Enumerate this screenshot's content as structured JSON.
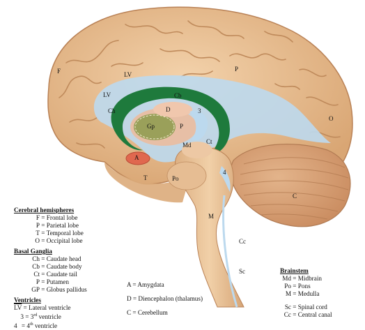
{
  "colors": {
    "cortex": "#e6b98a",
    "cortex_dark": "#c9925c",
    "ventricle": "#bcd9ee",
    "caudate": "#1e7a3c",
    "globus_pallidus": "#9aa05a",
    "putamen": "#e7bfa6",
    "amygdala": "#e0684f",
    "cerebellum": "#d49a6e",
    "brainstem": "#e9c29a"
  },
  "map_labels": {
    "F": "F",
    "LV_top": "LV",
    "P": "P",
    "LV_left": "LV",
    "Cb": "Cb",
    "Ch": "Ch",
    "D": "D",
    "third": "3",
    "O": "O",
    "Gp": "Gp",
    "P_put": "P",
    "Md": "Md",
    "Ct": "Ct",
    "A": "A",
    "fourth": "4",
    "T": "T",
    "Po": "Po",
    "C": "C",
    "M": "M",
    "Cc": "Cc",
    "Sc": "Sc"
  },
  "legend_left": {
    "cerebral_heading": "Cerebral hemispheres",
    "cerebral_items": [
      {
        "code": "F",
        "text": "= Frontal lobe"
      },
      {
        "code": "P",
        "text": "= Parietal lobe"
      },
      {
        "code": "T",
        "text": "= Temporal lobe"
      },
      {
        "code": "O",
        "text": "= Occipital lobe"
      }
    ],
    "basal_heading": "Basal Ganglia",
    "basal_items": [
      {
        "code": "Ch",
        "text": "= Caudate head"
      },
      {
        "code": "Cb",
        "text": "= Caudate body"
      },
      {
        "code": "Ct",
        "text": "= Caudate tail"
      },
      {
        "code": "P",
        "text": "= Putamen"
      },
      {
        "code": "GP",
        "text": "= Globus pallidus"
      }
    ],
    "ventricles_heading": "Ventricles",
    "ventricle_lv_code": "LV",
    "ventricle_lv_text": "= Lateral ventricle",
    "ventricle_3_code": "3",
    "ventricle_3_pre": "= 3",
    "ventricle_3_sup": "rd",
    "ventricle_3_post": " ventricle",
    "ventricle_4_code": "4",
    "ventricle_4_pre": "= 4",
    "ventricle_4_sup": "th",
    "ventricle_4_post": " ventricle"
  },
  "legend_middle": [
    "A = Amygdata",
    "D = Diencephalon (thalamus)",
    "C = Cerebellum"
  ],
  "legend_right": {
    "heading": "Brainstem",
    "items": [
      {
        "code": "Md",
        "text": "= Midbrain"
      },
      {
        "code": "Po",
        "text": "= Pons"
      },
      {
        "code": "M",
        "text": "= Medulla"
      }
    ],
    "items2": [
      {
        "code": "Sc",
        "text": "= Spinal cord"
      },
      {
        "code": "Cc",
        "text": "= Central canal"
      }
    ]
  }
}
